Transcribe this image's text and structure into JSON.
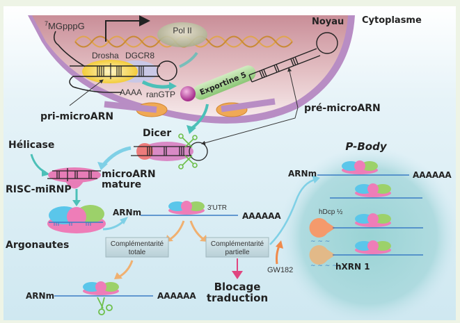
{
  "compartments": {
    "nucleus": "Noyau",
    "cytoplasm": "Cytoplasme",
    "p_body": "P-Body"
  },
  "nucleus_labels": {
    "cap": "7MGpppG",
    "cap_superscript": "7",
    "cap_text": "MGpppG",
    "pol2": "Pol II",
    "drosha": "Drosha",
    "dgcr8": "DGCR8",
    "polya": "AAAA",
    "exportin": "Exportine 5",
    "rangtp": "ranGTP"
  },
  "callouts": {
    "pri_mirna": "pri-microARN",
    "pre_mirna": "pré-microARN",
    "dicer": "Dicer",
    "helicase": "Hélicase",
    "mature_mirna_line1": "microARN",
    "mature_mirna_line2": "mature",
    "risc": "RISC-miRNP",
    "argonautes": "Argonautes"
  },
  "mrna_labels": {
    "mrna": "ARNm",
    "utr": "3'UTR",
    "polya": "AAAAAA",
    "gw182": "GW182",
    "hdcp": "hDcp ½",
    "hxrn": "hXRN 1"
  },
  "boxes": {
    "total_line1": "Complémentarité",
    "total_line2": "totale",
    "partial_line1": "Complémentarité",
    "partial_line2": "partielle"
  },
  "outcome": {
    "line1": "Blocage",
    "line2": "traduction"
  },
  "colors": {
    "nucleus": "#c98e98",
    "membrane": "#b88dc4",
    "dna": "#e0a550",
    "drosha": "#f5d350",
    "dgcr8": "#c9c8e6",
    "exportin": "#9fd08a",
    "rangtp": "#c04aa0",
    "dicer": "#d98ac6",
    "risc": "#e77db7",
    "ago_blue": "#5ac6ea",
    "ago_green": "#9cd16a",
    "ago_pink": "#ee7db8",
    "teal_arrow": "#4cc0b8",
    "orange_arrow": "#f0b070",
    "pink_arrow": "#e0457f",
    "mrna_line": "#3a7cc4",
    "box_fill": "#c9dde3"
  }
}
